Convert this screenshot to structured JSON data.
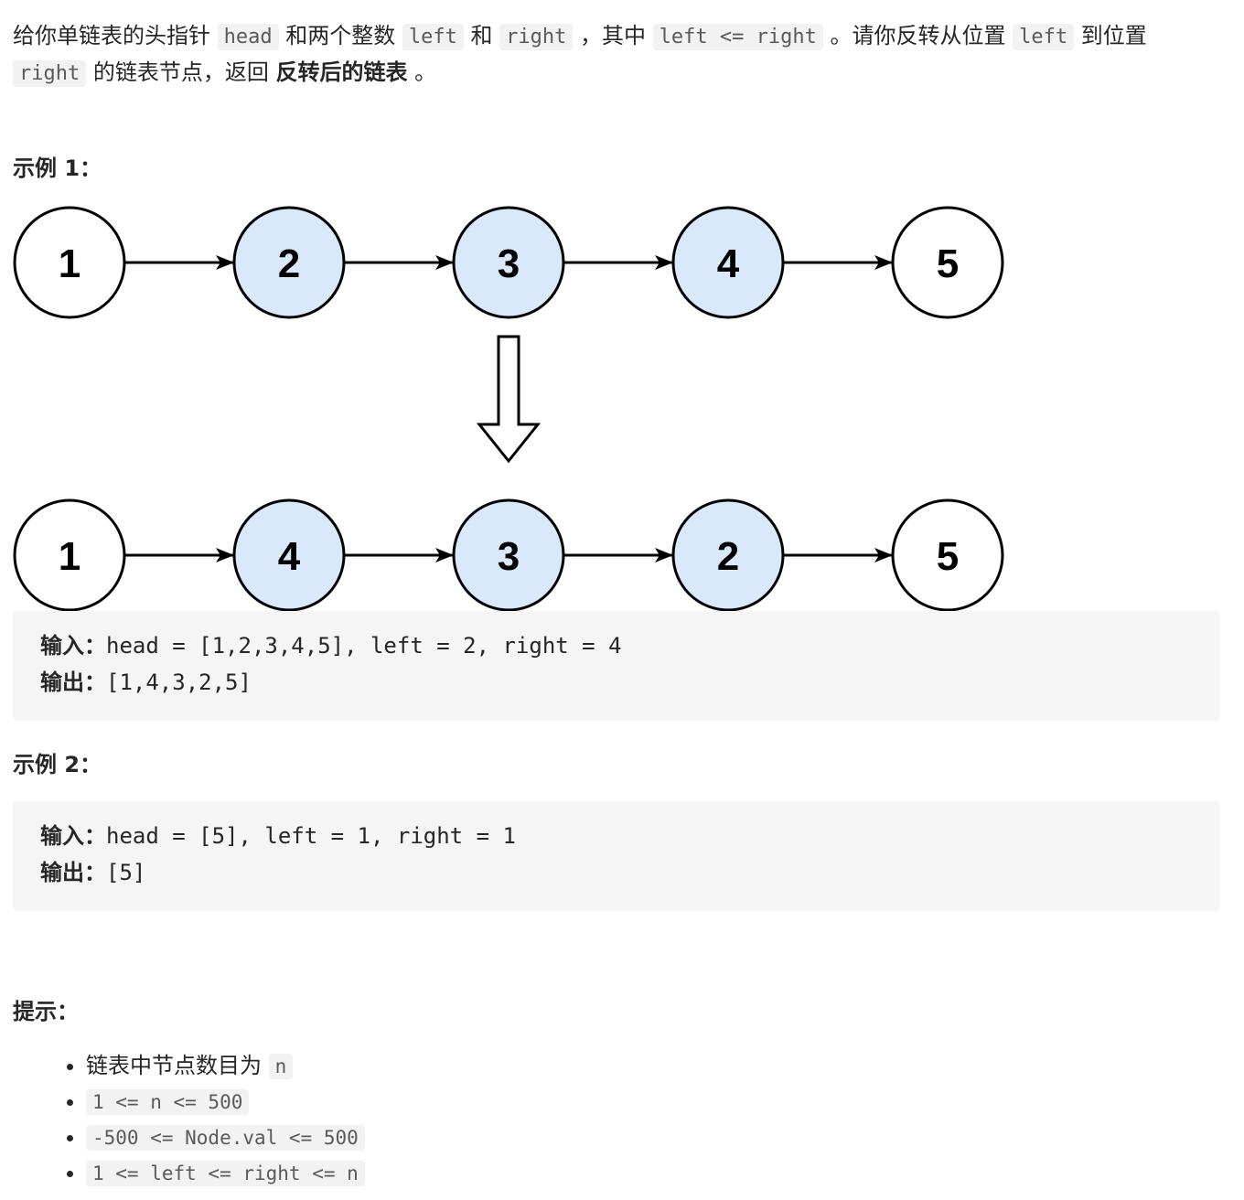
{
  "description": {
    "t1": "给你单链表的头指针 ",
    "c1": "head",
    "t2": " 和两个整数 ",
    "c2": "left",
    "t3": " 和 ",
    "c3": "right",
    "t4": " ，其中 ",
    "c4": "left <= right",
    "t5": " 。请你反转从位置 ",
    "c5": "left",
    "t6": " 到位置 ",
    "c6": "right",
    "t7": " 的链表节点，返回 ",
    "b1": "反转后的链表",
    "t8": " 。"
  },
  "example1": {
    "title": "示例 1：",
    "input_label": "输入：",
    "input_value": "head = [1,2,3,4,5], left = 2, right = 4",
    "output_label": "输出：",
    "output_value": "[1,4,3,2,5]"
  },
  "example2": {
    "title": "示例 2：",
    "input_label": "输入：",
    "input_value": "head = [5], left = 1, right = 1",
    "output_label": "输出：",
    "output_value": "[5]"
  },
  "diagram": {
    "before": [
      "1",
      "2",
      "3",
      "4",
      "5"
    ],
    "after": [
      "1",
      "4",
      "3",
      "2",
      "5"
    ],
    "highlight_color": "#dae8fc",
    "plain_color": "#ffffff"
  },
  "tips": {
    "title": "提示：",
    "item1_text": "链表中节点数目为 ",
    "item1_code": "n",
    "item2_code": "1 <= n <= 500",
    "item3_code": "-500 <= Node.val <= 500",
    "item4_code": "1 <= left <= right <= n"
  }
}
